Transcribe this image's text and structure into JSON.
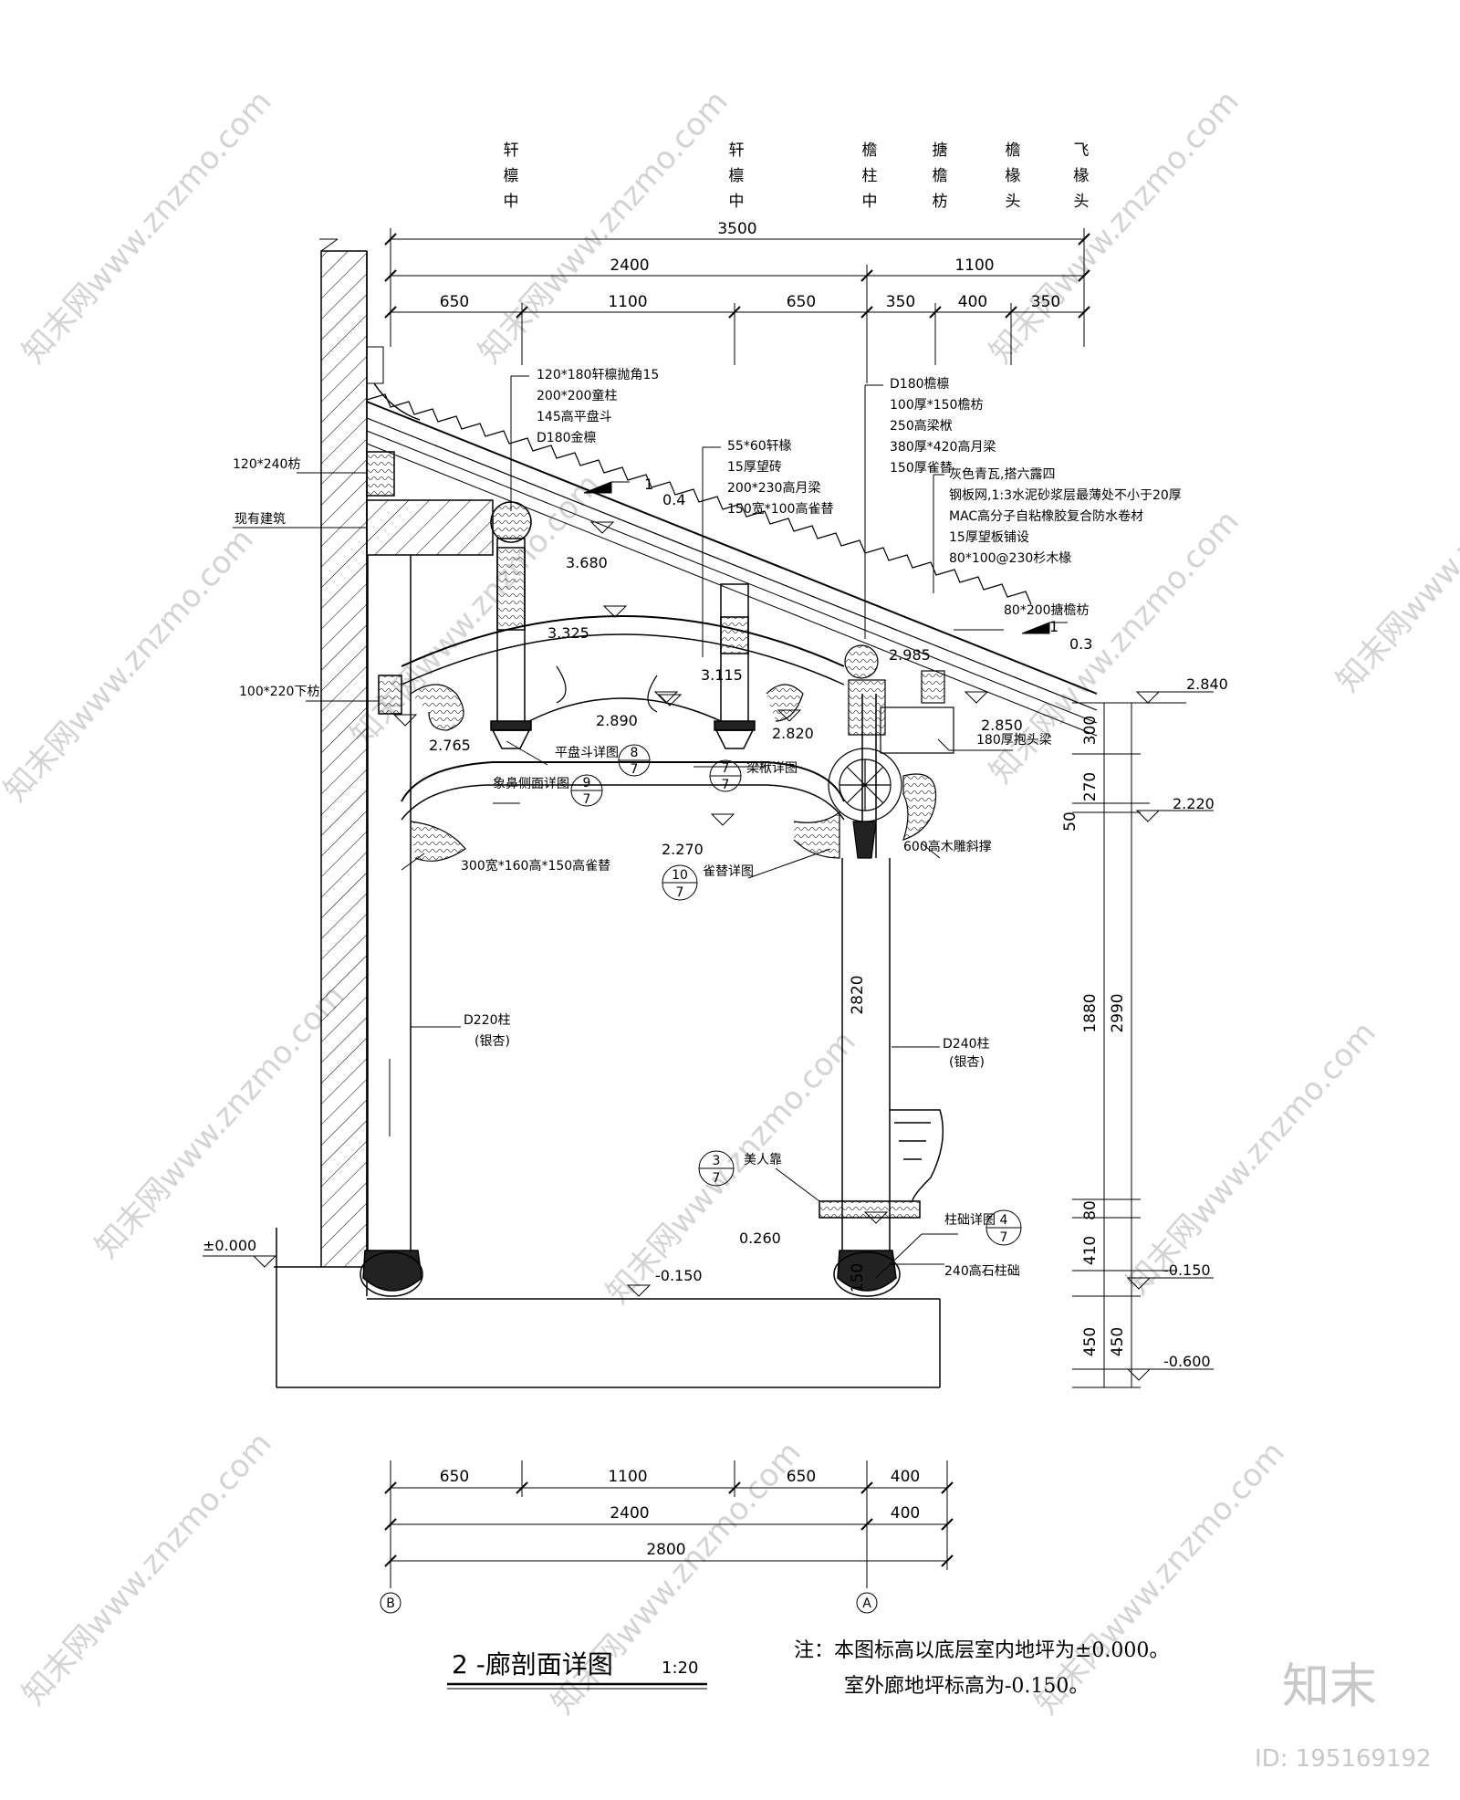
{
  "member_headers": [
    {
      "id": "h1",
      "chars": [
        "轩",
        "檩",
        "中"
      ]
    },
    {
      "id": "h2",
      "chars": [
        "轩",
        "檩",
        "中"
      ]
    },
    {
      "id": "h3",
      "chars": [
        "檐",
        "柱",
        "中"
      ]
    },
    {
      "id": "h4",
      "chars": [
        "搪",
        "檐",
        "枋"
      ]
    },
    {
      "id": "h5",
      "chars": [
        "檐",
        "椽",
        "头"
      ]
    },
    {
      "id": "h6",
      "chars": [
        "飞",
        "椽",
        "头"
      ]
    }
  ],
  "top_dims": {
    "total": "3500",
    "left": "2400",
    "right": "1100",
    "seg": [
      "650",
      "1100",
      "650",
      "350",
      "400",
      "350"
    ]
  },
  "bottom_dims": {
    "row1": [
      "650",
      "1100",
      "650",
      "400"
    ],
    "row2": [
      "2400",
      "400"
    ],
    "total": "2800",
    "axis_b": "B",
    "axis_a": "A"
  },
  "right_dims": {
    "inner": [
      "300",
      "270",
      "50",
      "1880",
      "80",
      "410",
      "150",
      "450"
    ],
    "outer": [
      "2990",
      "450"
    ]
  },
  "col_dim": "2820",
  "elevations": {
    "e2840": "2.840",
    "e2220": "2.220",
    "em150r": "-0.150",
    "em600": "-0.600",
    "e0": "±0.000",
    "em150": "-0.150",
    "e3680": "3.680",
    "e3325": "3.325",
    "e3115": "3.115",
    "e2985": "2.985",
    "e2890": "2.890",
    "e2820": "2.820",
    "e2850": "2.850",
    "e2765": "2.765",
    "e2270": "2.270",
    "e0260": "0.260"
  },
  "slopes": {
    "s1": "1",
    "s1v": "0.4",
    "s2": "1",
    "s2v": "0.3"
  },
  "labels_left": {
    "l1": "120*240枋",
    "l2": "现有建筑",
    "l3": "100*220下枋"
  },
  "labels_a": [
    "120*180轩檩抛角15",
    "200*200童柱",
    "145高平盘斗",
    "D180金檩"
  ],
  "labels_b": [
    "55*60轩椽",
    "15厚望砖",
    "200*230高月梁",
    "150宽*100高雀替"
  ],
  "labels_c": [
    "D180檐檩",
    "100厚*150檐枋",
    "250高梁栿",
    "380厚*420高月梁",
    "150厚雀替"
  ],
  "labels_roof": [
    "灰色青瓦,搭六露四",
    "钢板网,1:3水泥砂浆层最薄处不小于20厚",
    "MAC高分子自粘橡胶复合防水卷材",
    "15厚望板铺设",
    "80*100@230杉木椽"
  ],
  "labels_misc": {
    "l80200": "80*200搪檐枋",
    "l180": "180厚抱头梁",
    "l600": "600高木雕斜撑",
    "lD220": "D220柱",
    "lD220s": "(银杏)",
    "lD240": "D240柱",
    "lD240s": "(银杏)",
    "l300": "300宽*160高*150高雀替",
    "l240": "240高石柱础"
  },
  "detail_refs": [
    {
      "id": "r8",
      "num": "8",
      "sheet": "7",
      "text": "平盘斗详图"
    },
    {
      "id": "r9",
      "num": "9",
      "sheet": "7",
      "text": "象鼻侧面详图"
    },
    {
      "id": "r7",
      "num": "7",
      "sheet": "7",
      "text": "梁栿详图"
    },
    {
      "id": "r10",
      "num": "10",
      "sheet": "7",
      "text": "雀替详图"
    },
    {
      "id": "r3",
      "num": "3",
      "sheet": "7",
      "text": "美人靠"
    },
    {
      "id": "r4",
      "num": "4",
      "sheet": "7",
      "text": "柱础详图"
    }
  ],
  "title": "2 -廊剖面详图",
  "scale": "1:20",
  "note_line1": "注：本图标高以底层室内地坪为±0.000。",
  "note_line2": "室外廊地坪标高为-0.150。",
  "watermark": "知末网www.znzmo.com",
  "brand": "知末",
  "image_id": "ID: 195169192"
}
